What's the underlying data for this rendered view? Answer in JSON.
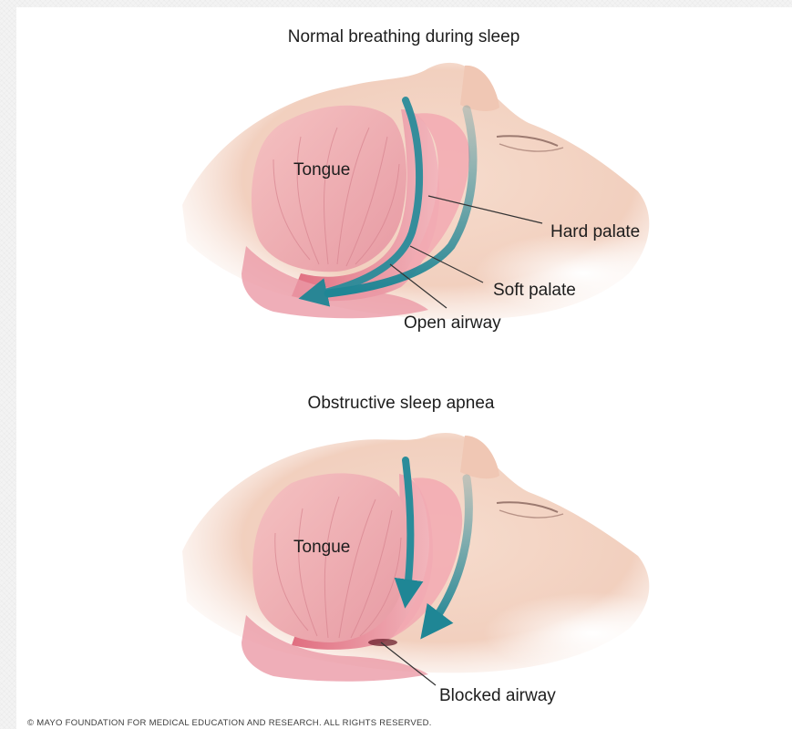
{
  "panels": [
    {
      "title": "Normal breathing during sleep",
      "labels": {
        "tongue": "Tongue",
        "hard_palate": "Hard palate",
        "soft_palate": "Soft palate",
        "open_airway": "Open airway"
      }
    },
    {
      "title": "Obstructive sleep apnea",
      "labels": {
        "tongue": "Tongue",
        "blocked_airway": "Blocked airway"
      }
    }
  ],
  "copyright": "© MAYO FOUNDATION FOR MEDICAL EDUCATION AND RESEARCH. ALL RIGHTS RESERVED.",
  "colors": {
    "skin": "#f2d0bf",
    "tissue": "#e7909c",
    "airflow": "#2a8c9a",
    "leader_line": "#333333"
  }
}
